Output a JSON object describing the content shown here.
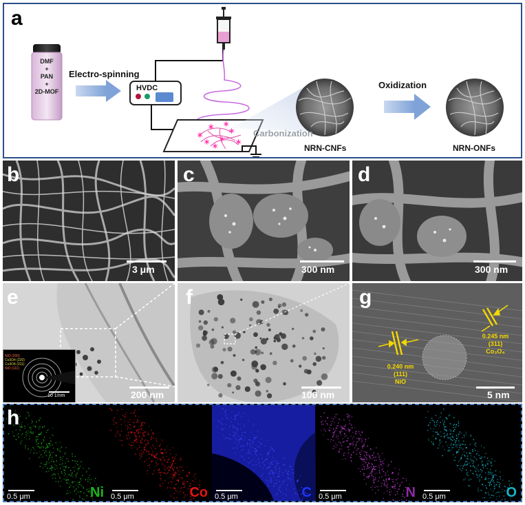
{
  "panels": {
    "a": {
      "letter": "a",
      "bottle_text": [
        "DMF",
        "+",
        "PAN",
        "+",
        "2D-MOF"
      ],
      "step1": "Electro-spinning",
      "power_label": "HVDC",
      "step2": "Carbonization",
      "product1": "NRN-CNFs",
      "step3": "Oxidization",
      "product2": "NRN-ONFs"
    },
    "b": {
      "letter": "b",
      "scale": "3 μm"
    },
    "c": {
      "letter": "c",
      "scale": "300 nm"
    },
    "d": {
      "letter": "d",
      "scale": "300 nm"
    },
    "e": {
      "letter": "e",
      "scale": "200 nm",
      "inset_scale": "10 1/nm",
      "inset_labels": [
        "NiO (200)",
        "Co3O4 (220)",
        "Co3O4 (311)",
        "NiO (111)"
      ]
    },
    "f": {
      "letter": "f",
      "scale": "100 nm"
    },
    "g": {
      "letter": "g",
      "scale": "5 nm",
      "label1": [
        "0.240 nm",
        "(111)",
        "NiO"
      ],
      "label2": [
        "0.245 nm",
        "(311)",
        "Co₃O₄"
      ]
    },
    "h": {
      "letter": "h",
      "maps": [
        {
          "element": "Ni",
          "scale": "0.5 μm",
          "color": "#1db31d"
        },
        {
          "element": "Co",
          "scale": "0.5 μm",
          "color": "#e01515"
        },
        {
          "element": "C",
          "scale": "0.5 μm",
          "color": "#2233ff"
        },
        {
          "element": "N",
          "scale": "0.5 μm",
          "color": "#8e2ba8"
        },
        {
          "element": "O",
          "scale": "0.5 μm",
          "color": "#18b4c8"
        }
      ]
    }
  }
}
